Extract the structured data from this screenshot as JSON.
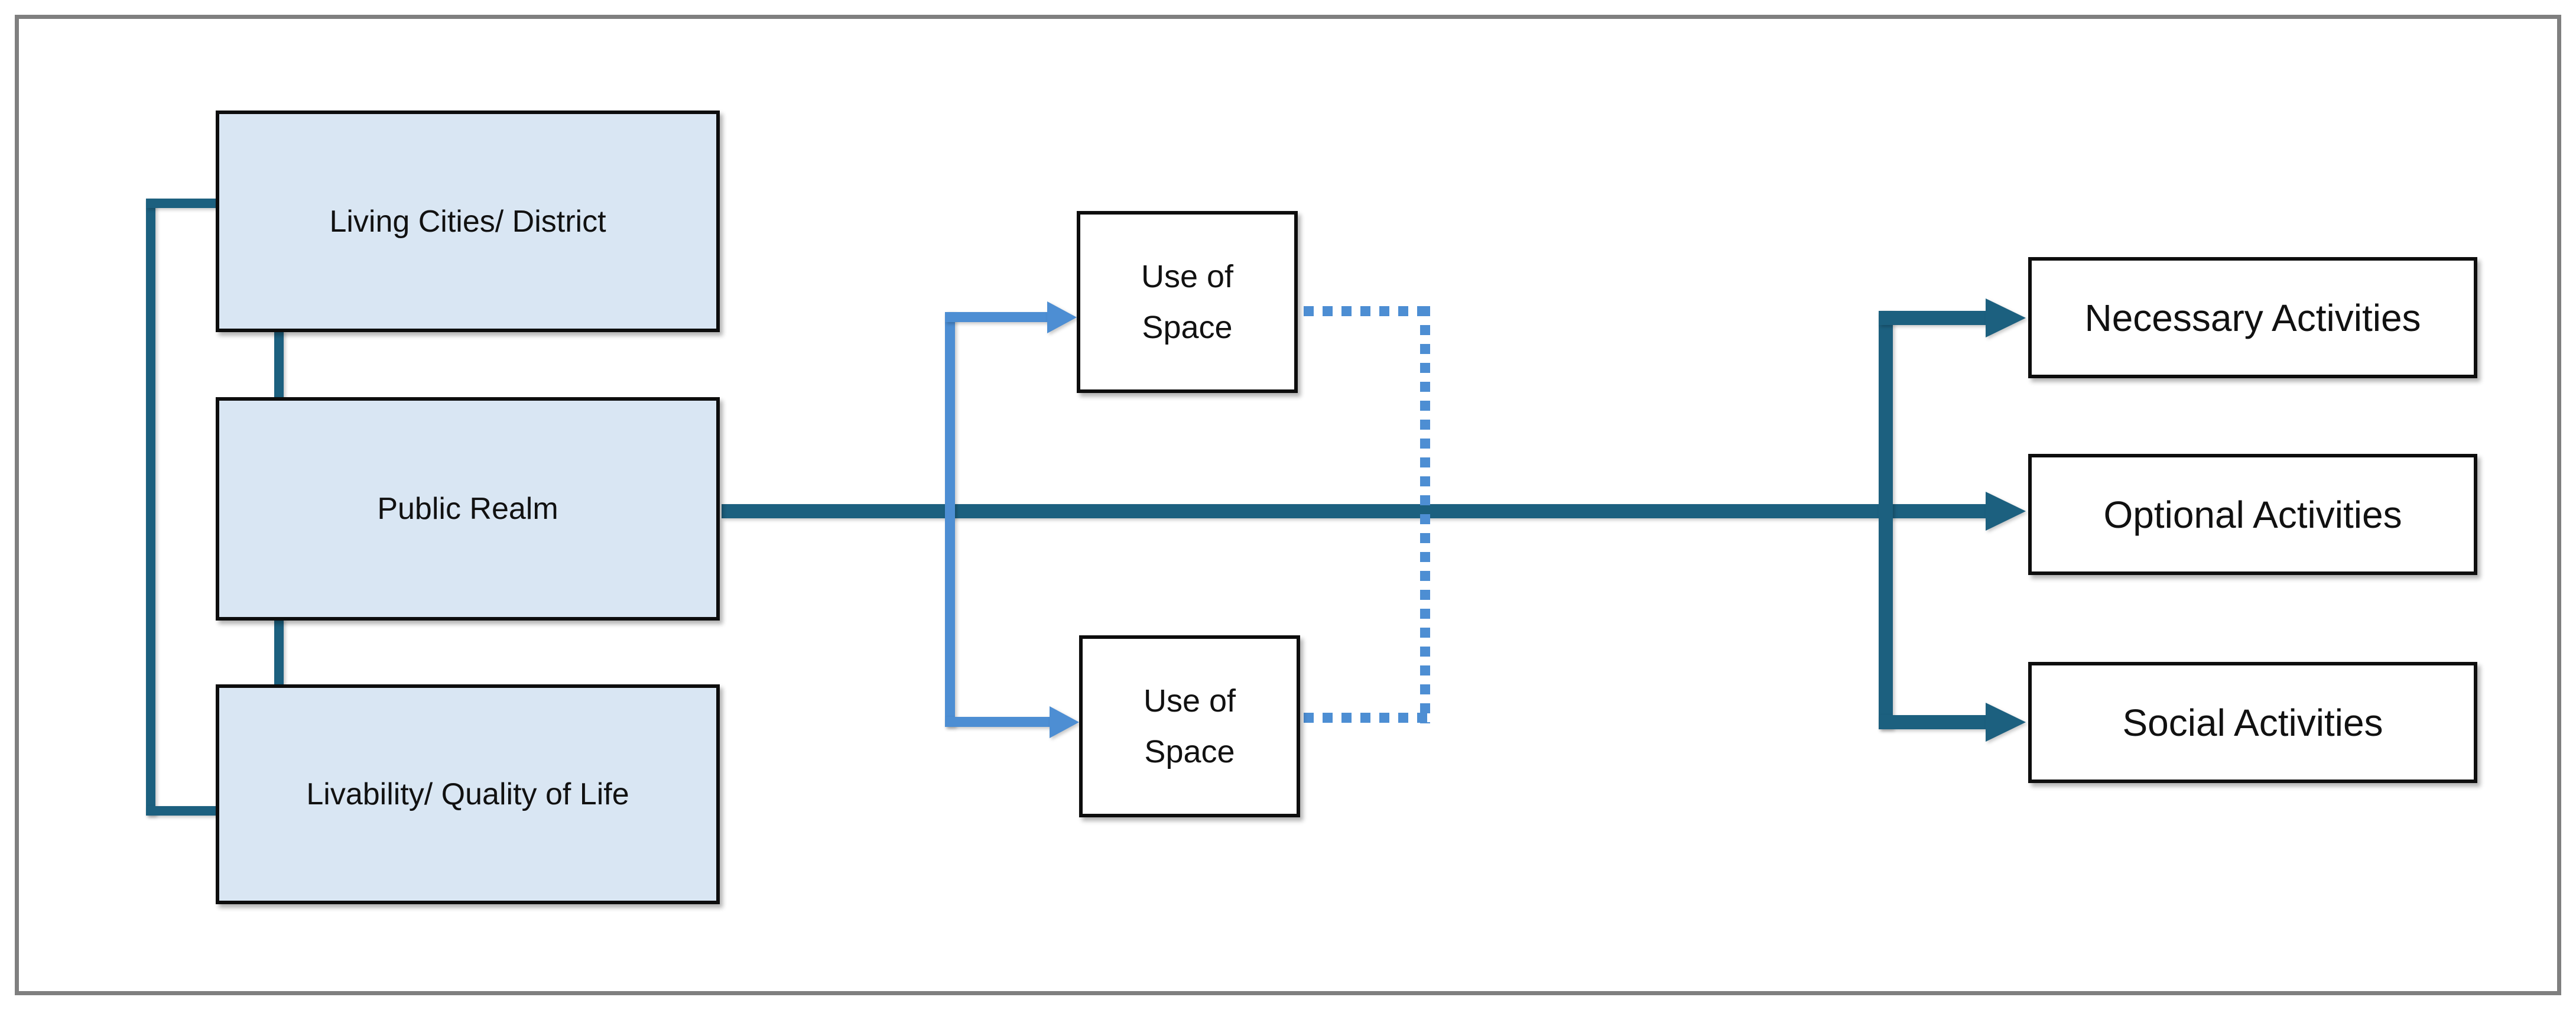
{
  "colors": {
    "dark_teal": "#1C607F",
    "light_blue": "#4D8ED3",
    "box_fill": "#D9E6F3",
    "box_border": "#0D0D0D",
    "frame_gray": "#7F7F7F",
    "text": "#111111",
    "background": "#FFFFFF"
  },
  "diagram": {
    "left_column": [
      {
        "label": "Living Cities/ District"
      },
      {
        "label": "Public Realm"
      },
      {
        "label": "Livability/ Quality of Life"
      }
    ],
    "middle_column": [
      {
        "lines": [
          "Use of",
          "Space"
        ]
      },
      {
        "lines": [
          "Use of",
          "Space"
        ]
      }
    ],
    "right_column": [
      {
        "label": "Necessary Activities"
      },
      {
        "label": "Optional Activities"
      },
      {
        "label": "Social Activities"
      }
    ]
  }
}
